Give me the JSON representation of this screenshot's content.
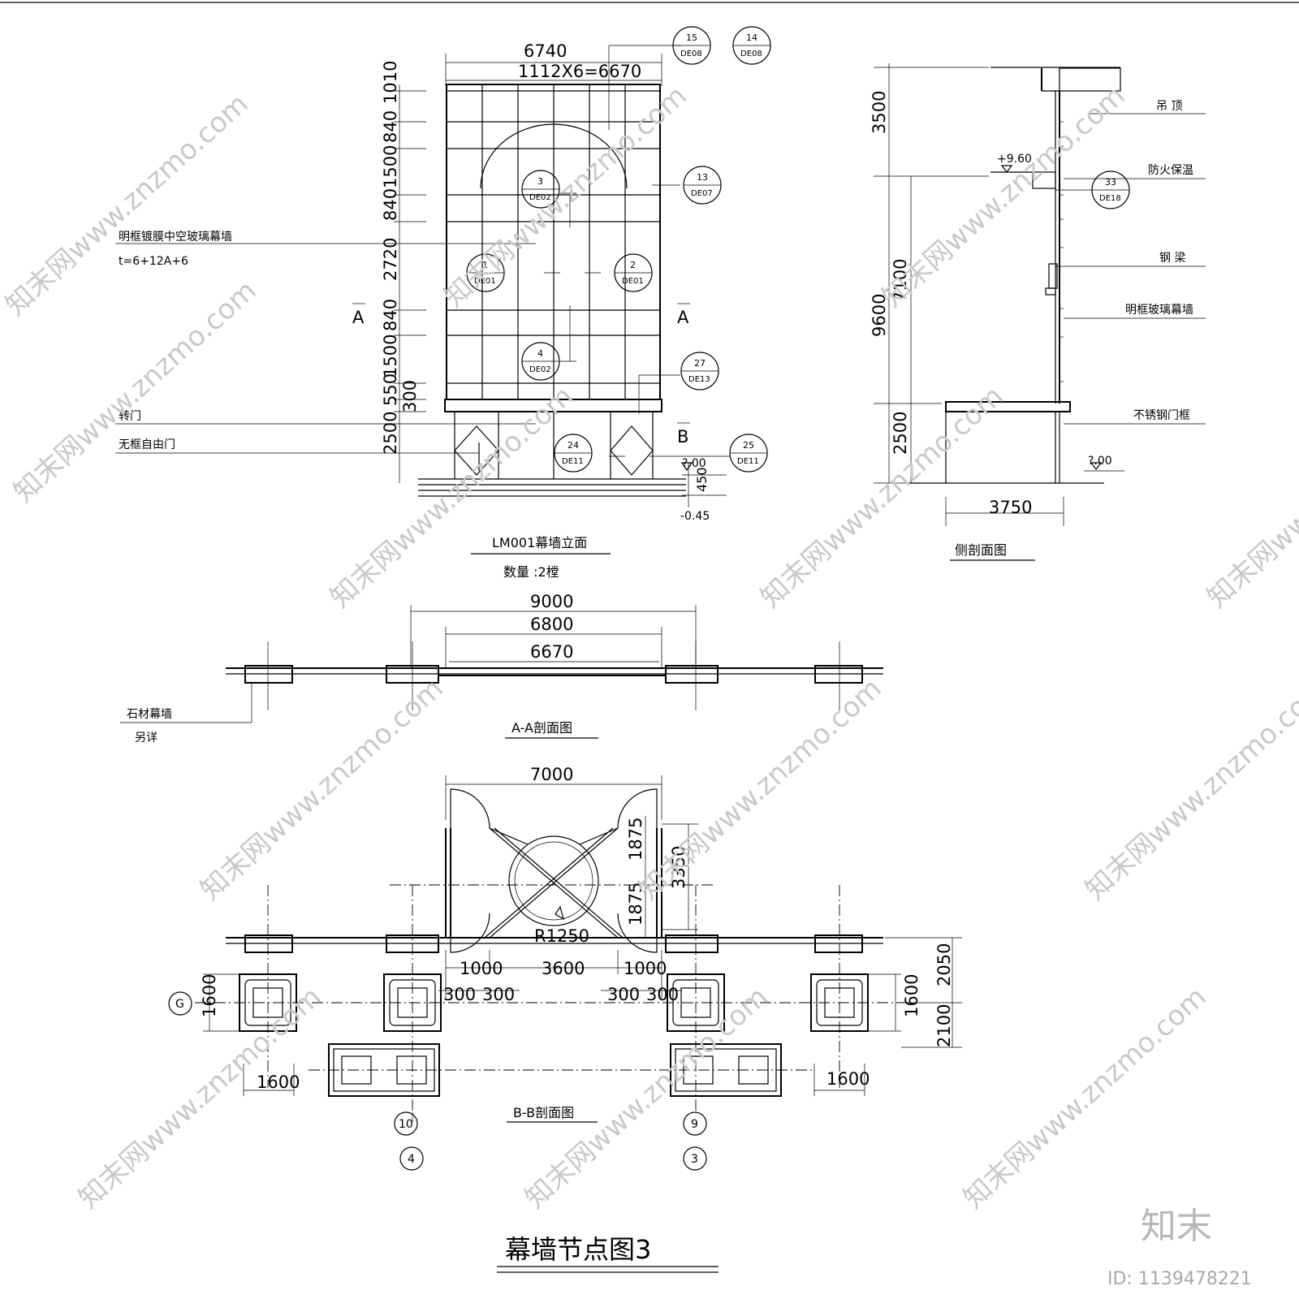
{
  "elevation": {
    "dim_total": "6740",
    "dim_modules": "1112X6=6670",
    "rows_dims": [
      "1010",
      "840",
      "1500",
      "840",
      "2720",
      "840",
      "1500",
      "550",
      "300",
      "2500",
      "450"
    ],
    "note_curtain_wall": "明框镀膜中空玻璃幕墙",
    "note_glass_spec": "t=6+12A+6",
    "note_revolving_door": "转门",
    "note_frameless_door": "无框自由门",
    "section_mark_a": "A",
    "section_mark_b": "B",
    "level_zero": "?.00",
    "level_minus": "-0.45",
    "callouts": [
      {
        "num": "15",
        "ref": "DE08"
      },
      {
        "num": "14",
        "ref": "DE08"
      },
      {
        "num": "13",
        "ref": "DE07"
      },
      {
        "num": "3",
        "ref": "DE02"
      },
      {
        "num": "1",
        "ref": "DE01"
      },
      {
        "num": "2",
        "ref": "DE01"
      },
      {
        "num": "4",
        "ref": "DE02"
      },
      {
        "num": "27",
        "ref": "DE13"
      },
      {
        "num": "24",
        "ref": "DE11"
      },
      {
        "num": "25",
        "ref": "DE11"
      }
    ],
    "title": "LM001幕墙立面",
    "quantity": "数量 :2樘"
  },
  "side_section": {
    "dims": [
      "3500",
      "9600",
      "7100",
      "2500"
    ],
    "dim_bottom": "3750",
    "level_top": "+9.60",
    "level_bottom": "?.00",
    "labels": [
      "吊  顶",
      "防火保温",
      "钢  梁",
      "明框玻璃幕墙",
      "不锈钢门框"
    ],
    "callout": {
      "num": "33",
      "ref": "DE18"
    },
    "title": "侧剖面图"
  },
  "section_aa": {
    "dims": [
      "9000",
      "6800",
      "6670"
    ],
    "note_stone": "石材幕墙",
    "note_see": "另详",
    "title": "A-A剖面图"
  },
  "section_bb": {
    "dim_top": "7000",
    "dims_right_v": [
      "1875",
      "1875",
      "3350"
    ],
    "radius": "R1250",
    "dims_row1": [
      "1000",
      "3600",
      "1000"
    ],
    "dims_row2": [
      "300",
      "300",
      "300",
      "300"
    ],
    "dim_left_v": "1600",
    "dim_right_v1": "1600",
    "dims_far_right_v": [
      "2050",
      "2100"
    ],
    "dim_bottom_left": "1600",
    "dim_bottom_right": "1600",
    "grid_g": "G",
    "grid_10": "10",
    "grid_9": "9",
    "grid_4": "4",
    "grid_3": "3",
    "title": "B-B剖面图"
  },
  "sheet_title": "幕墙节点图3",
  "watermark": {
    "text": "知末网www.znzmo.com",
    "logo": "知末",
    "id": "ID: 1139478221"
  }
}
